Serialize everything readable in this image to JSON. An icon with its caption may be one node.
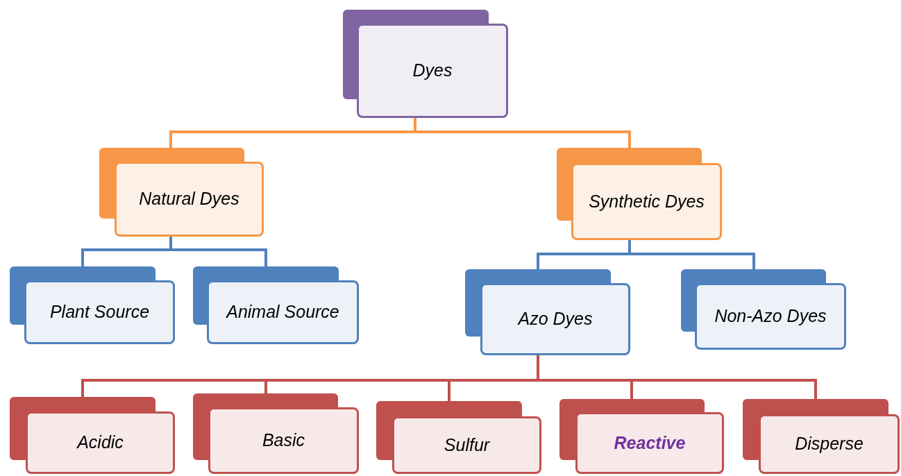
{
  "diagram": {
    "nodes": [
      {
        "text": [
          "Dyes"
        ]
      },
      {
        "text": [
          "Natural Dyes"
        ]
      },
      {
        "text": [
          "Synthetic Dyes"
        ]
      },
      {
        "text": [
          "Plant Source"
        ]
      },
      {
        "text": [
          "Animal Source"
        ]
      },
      {
        "text": [
          "Azo Dyes"
        ]
      },
      {
        "text": [
          "Non-Azo Dyes"
        ]
      },
      {
        "text": [
          "Acidic"
        ]
      },
      {
        "text": [
          "Basic"
        ]
      },
      {
        "text": [
          "Sulfur"
        ]
      },
      {
        "text": [
          "Reactive"
        ]
      },
      {
        "text": [
          "Disperse"
        ]
      }
    ],
    "edges": [
      {
        "from": 0,
        "to": 1,
        "arrow": "none",
        "color": "#f79646"
      },
      {
        "from": 0,
        "to": 2,
        "arrow": "none",
        "color": "#f79646"
      },
      {
        "from": 1,
        "to": 3,
        "arrow": "none",
        "color": "#4f81bd"
      },
      {
        "from": 1,
        "to": 4,
        "arrow": "none",
        "color": "#4f81bd"
      },
      {
        "from": 2,
        "to": 5,
        "arrow": "none",
        "color": "#4f81bd"
      },
      {
        "from": 2,
        "to": 6,
        "arrow": "none",
        "color": "#4f81bd"
      },
      {
        "from": 5,
        "to": 7,
        "arrow": "none"
      },
      {
        "from": 5,
        "to": 8,
        "arrow": "none"
      },
      {
        "from": 5,
        "to": 9,
        "arrow": "none"
      },
      {
        "from": 5,
        "to": 10,
        "arrow": "none"
      },
      {
        "from": 5,
        "to": 11,
        "arrow": "none"
      }
    ]
  }
}
